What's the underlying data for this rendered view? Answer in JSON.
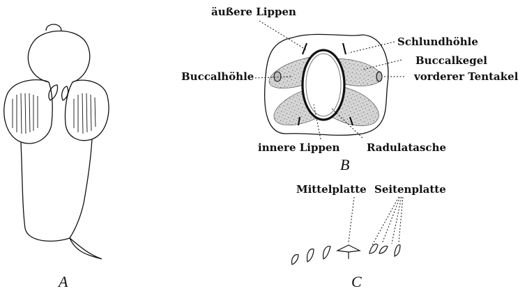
{
  "panels": {
    "a": {
      "letter": "A"
    },
    "b": {
      "letter": "B",
      "labels": {
        "outer_lips": "äußere Lippen",
        "pharynx": "Schlundhöhle",
        "buccal_cone": "Buccalkegel",
        "buccal_cavity": "Buccalhöhle",
        "anterior_tentacle": "vorderer Tentakel",
        "inner_lips": "innere Lippen",
        "radula_sac": "Radulatasche"
      }
    },
    "c": {
      "letter": "C",
      "labels": {
        "middle_plate": "Mittelplatte",
        "side_plate": "Seitenplatte"
      }
    }
  },
  "colors": {
    "ink": "#111111",
    "stipple": "#cfcfcf",
    "background": "#ffffff"
  }
}
